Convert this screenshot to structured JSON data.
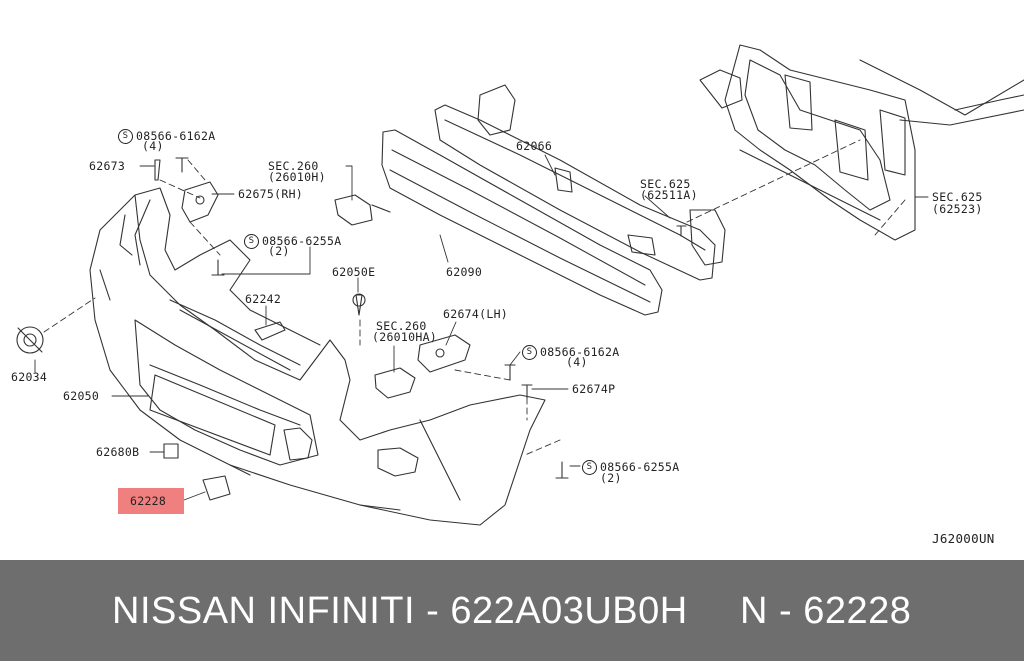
{
  "diagram": {
    "code": "J62000UN",
    "labels": {
      "p08566_6162A_top": "08566-6162A",
      "q4_top": "(4)",
      "p62673": "62673",
      "p62675": "62675(RH)",
      "sec260_top": "SEC.260",
      "p26010H": "(26010H)",
      "p08566_6255A_top": "08566-6255A",
      "q2_top": "(2)",
      "p62050E": "62050E",
      "p62066": "62066",
      "p62090": "62090",
      "sec625_a": "SEC.625",
      "p62511A": "(62511A)",
      "sec625_b": "SEC.625",
      "p62523": "(62523)",
      "p62242": "62242",
      "p62674": "62674(LH)",
      "sec260_mid": "SEC.260",
      "p26010HA": "(26010HA)",
      "p08566_6162A_mid": "08566-6162A",
      "q4_mid": "(4)",
      "p62674P": "62674P",
      "p62034": "62034",
      "p62050": "62050",
      "p62680B": "62680B",
      "p08566_6255A_bot": "08566-6255A",
      "q2_bot": "(2)",
      "p62228": "62228"
    },
    "screw_symbol": "S",
    "highlight_color": "#f08080"
  },
  "footer": {
    "brand": "NISSAN  INFINITI - 622A03UB0H",
    "part": "N - 62228",
    "bg_color": "#6e6e6e"
  }
}
